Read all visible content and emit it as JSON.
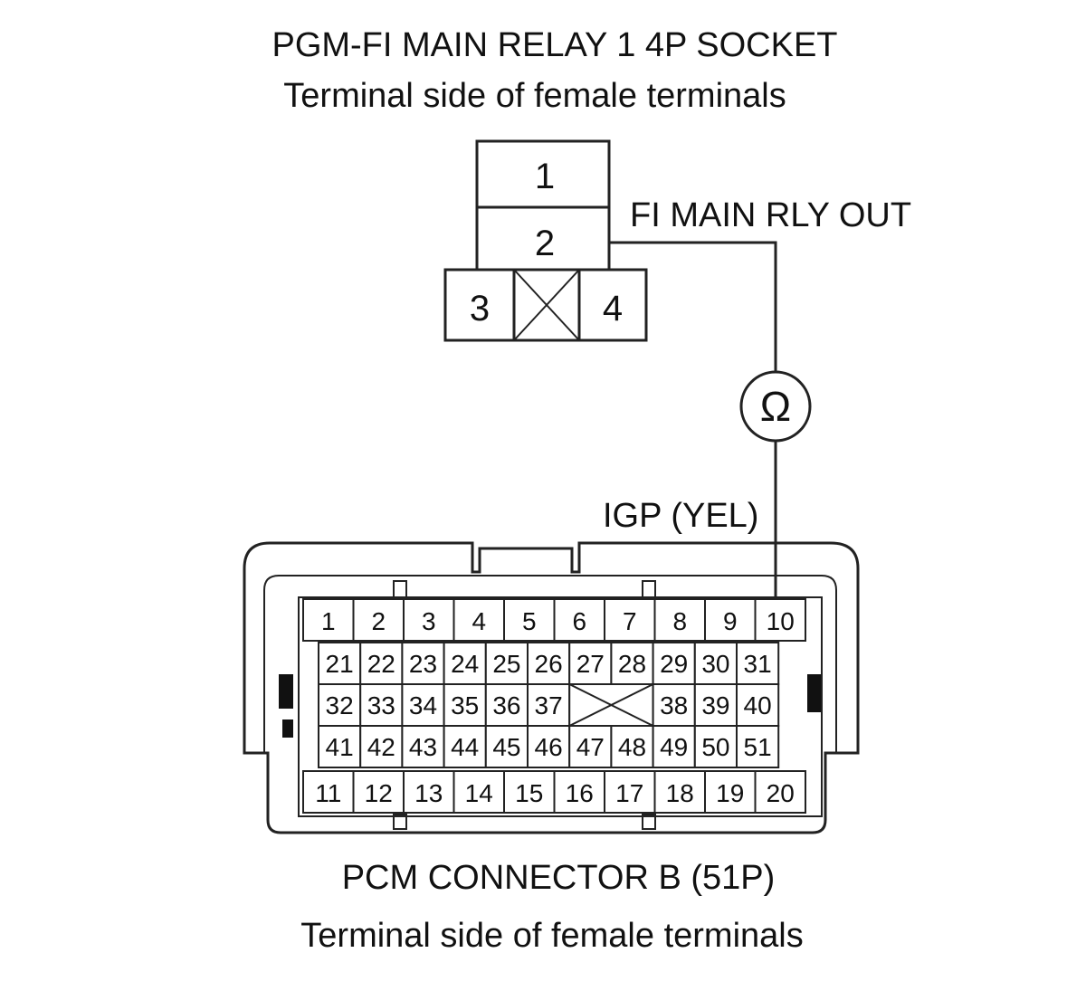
{
  "relay": {
    "title": "PGM-FI MAIN RELAY 1 4P SOCKET",
    "subtitle": "Terminal side of female terminals",
    "pins": [
      "1",
      "2",
      "3",
      "4"
    ]
  },
  "wire_labels": {
    "relay_side": "FI MAIN RLY OUT",
    "pcm_side": "IGP (YEL)",
    "meter_symbol": "Ω"
  },
  "pcm": {
    "title": "PCM CONNECTOR B (51P)",
    "subtitle": "Terminal side of female terminals",
    "rows": [
      [
        "1",
        "2",
        "3",
        "4",
        "5",
        "6",
        "7",
        "8",
        "9",
        "10"
      ],
      [
        "21",
        "22",
        "23",
        "24",
        "25",
        "26",
        "27",
        "28",
        "29",
        "30",
        "31"
      ],
      [
        "32",
        "33",
        "34",
        "35",
        "36",
        "37",
        "38",
        "39",
        "40"
      ],
      [
        "41",
        "42",
        "43",
        "44",
        "45",
        "46",
        "47",
        "48",
        "49",
        "50",
        "51"
      ],
      [
        "11",
        "12",
        "13",
        "14",
        "15",
        "16",
        "17",
        "18",
        "19",
        "20"
      ]
    ]
  }
}
